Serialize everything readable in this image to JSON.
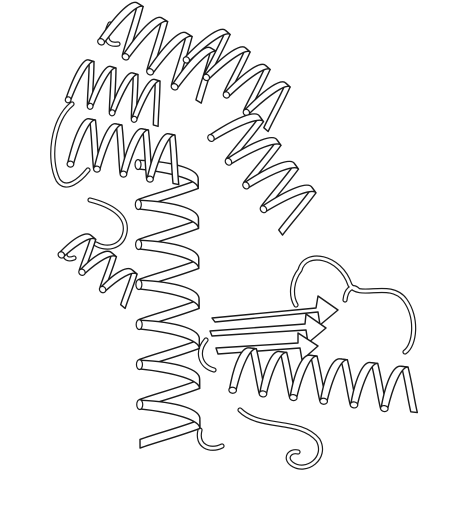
{
  "figure": {
    "kind": "protein-ribbon-cartoon",
    "style": "black outline on white, no fill shading",
    "colors": {
      "stroke": "#1a1a1a",
      "fill": "#ffffff",
      "background": "#ffffff"
    },
    "secondary_structure": {
      "helices": [
        {
          "id": "helix-a",
          "region": "top-left"
        },
        {
          "id": "helix-b",
          "region": "top-center"
        },
        {
          "id": "helix-c",
          "region": "top-right"
        },
        {
          "id": "helix-d",
          "region": "right-middle"
        },
        {
          "id": "helix-e",
          "region": "left-middle"
        },
        {
          "id": "helix-f",
          "region": "central-long"
        },
        {
          "id": "helix-g",
          "region": "small-left"
        },
        {
          "id": "helix-h",
          "region": "bottom-right"
        }
      ],
      "strands": [
        {
          "id": "strand-1",
          "region": "lower-right"
        },
        {
          "id": "strand-2",
          "region": "lower-right"
        },
        {
          "id": "strand-3",
          "region": "lower-right"
        }
      ],
      "loops": [
        {
          "id": "loop-top"
        },
        {
          "id": "loop-left"
        },
        {
          "id": "loop-left-lower"
        },
        {
          "id": "loop-right-arc"
        },
        {
          "id": "loop-bottom-tail"
        },
        {
          "id": "loop-middle"
        }
      ]
    }
  }
}
